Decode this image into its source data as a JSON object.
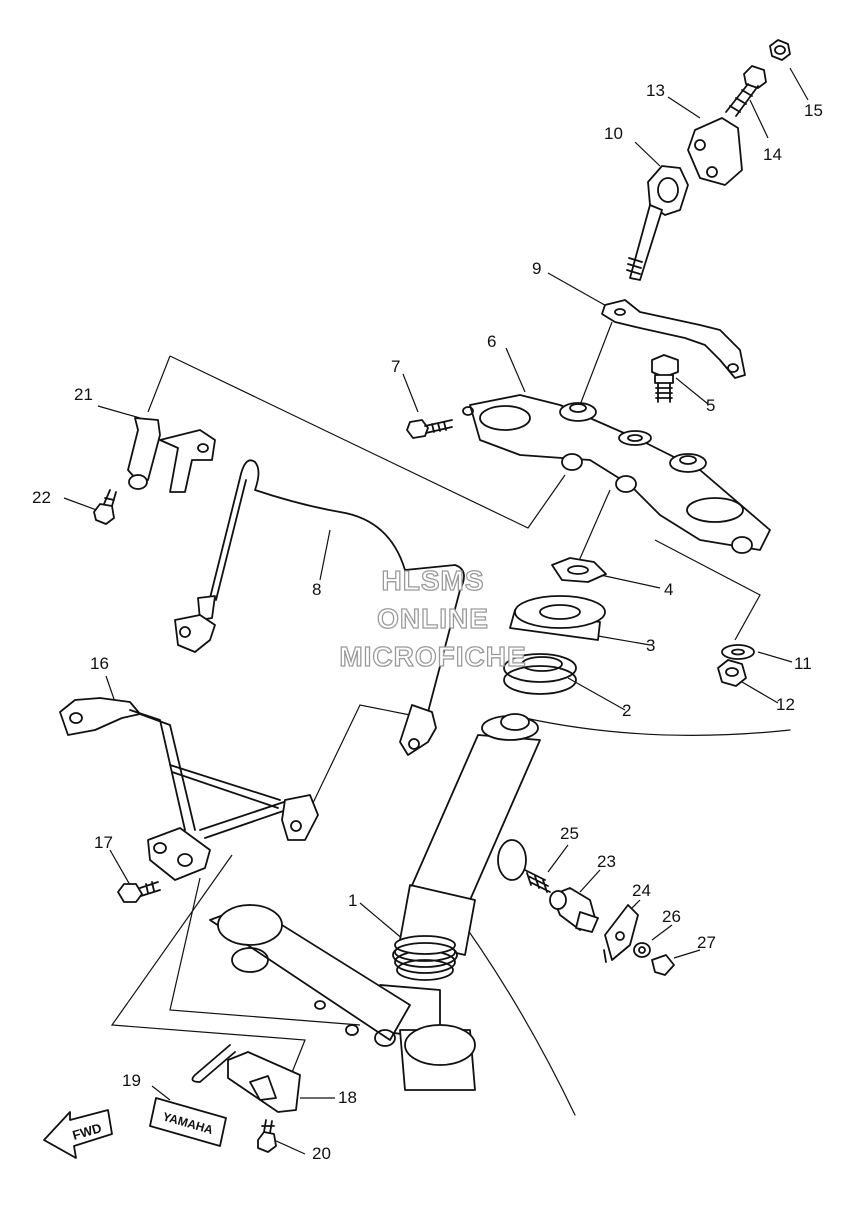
{
  "labels": {
    "p1": "1",
    "p2": "2",
    "p3": "3",
    "p4": "4",
    "p5": "5",
    "p6": "6",
    "p7": "7",
    "p8": "8",
    "p9": "9",
    "p10": "10",
    "p11": "11",
    "p12": "12",
    "p13": "13",
    "p14": "14",
    "p15": "15",
    "p16": "16",
    "p17": "17",
    "p18": "18",
    "p19": "19",
    "p20": "20",
    "p21": "21",
    "p22": "22",
    "p23": "23",
    "p24": "24",
    "p25": "25",
    "p26": "26",
    "p27": "27"
  },
  "watermark": {
    "line1": "HLSMS",
    "line2": "ONLINE",
    "line3": "MICROFICHE"
  },
  "decals": {
    "fwd": "FWD",
    "yamaha": "YAMAHA"
  }
}
